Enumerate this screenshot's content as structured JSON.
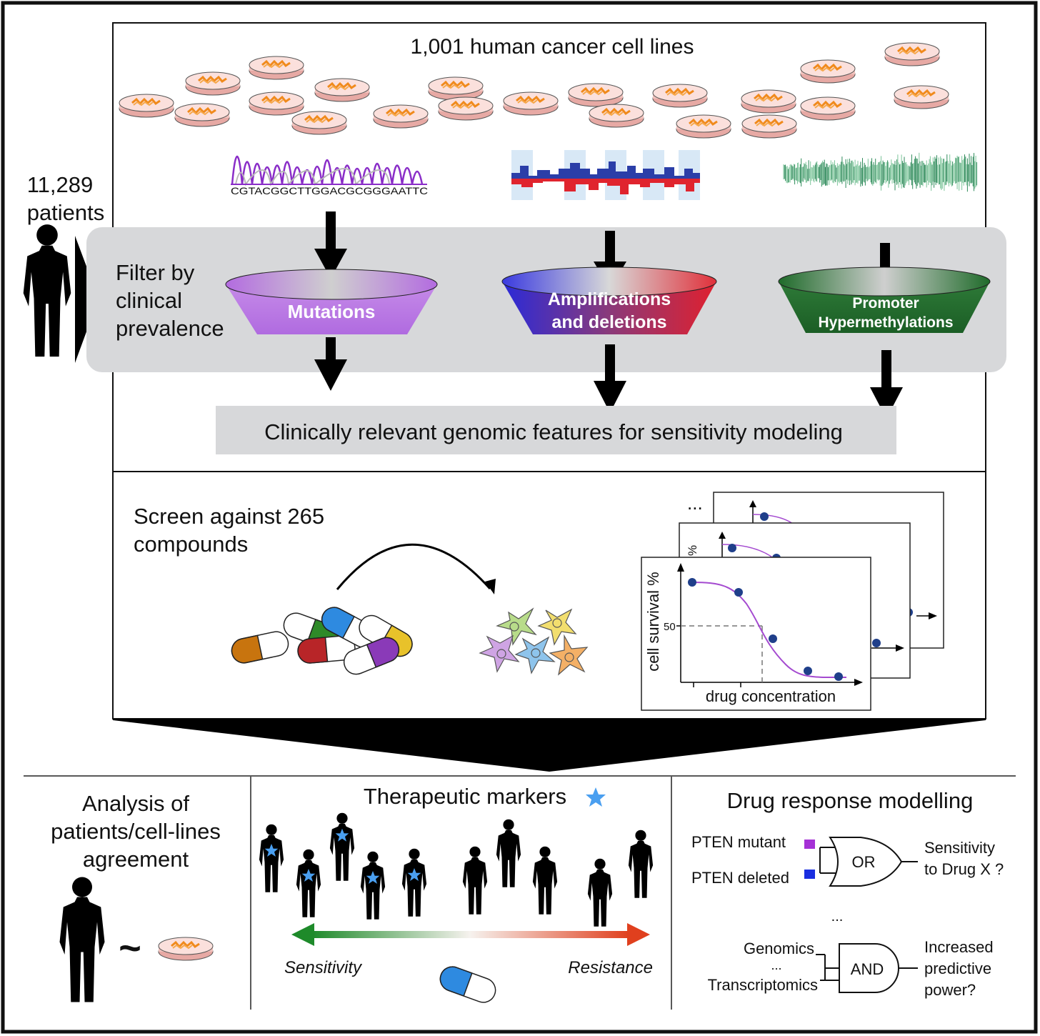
{
  "top": {
    "title": "1,001 human cancer cell lines",
    "sequence": "CGTACGGCTTGGACGCGGGAATTC",
    "patients_count": "11,289",
    "patients_word": "patients",
    "filter_line1": "Filter by",
    "filter_line2": "clinical",
    "filter_line3": "prevalence",
    "funnel_mutations": "Mutations",
    "funnel_ampl_line1": "Amplifications",
    "funnel_ampl_line2": "and deletions",
    "funnel_promoter_line1": "Promoter",
    "funnel_promoter_line2": "Hypermethylations",
    "features_label": "Clinically relevant genomic features for sensitivity modeling"
  },
  "screen": {
    "label_line1": "Screen against 265",
    "label_line2": "compounds",
    "ellipsis": "...",
    "ylabel": "cell survival %",
    "xlabel": "drug concentration",
    "tick_50": "50",
    "ylabel_partial": "%"
  },
  "bottom": {
    "analysis_line1": "Analysis of",
    "analysis_line2": "patients/cell-lines",
    "analysis_line3": "agreement",
    "tilde": "~",
    "markers_title": "Therapeutic markers",
    "sensitivity": "Sensitivity",
    "resistance": "Resistance",
    "modelling_title": "Drug response modelling",
    "pten_mutant": "PTEN mutant",
    "pten_deleted": "PTEN deleted",
    "or_gate": "OR",
    "sens_line1": "Sensitivity",
    "sens_line2": "to Drug X ?",
    "dots": "...",
    "genomics": "Genomics",
    "dots2": "...",
    "transcriptomics": "Transcriptomics",
    "and_gate": "AND",
    "inc_line1": "Increased",
    "inc_line2": "predictive",
    "inc_line3": "power?"
  },
  "colors": {
    "mutations": "#b36be0",
    "promoter": "#1f6b2a",
    "pten_mutant": "#a531d6",
    "pten_deleted": "#1a2ee0",
    "star": "#4a9ff0",
    "sensitivity_arrow": "#1e8a2a",
    "resistance_arrow": "#e0401e"
  }
}
